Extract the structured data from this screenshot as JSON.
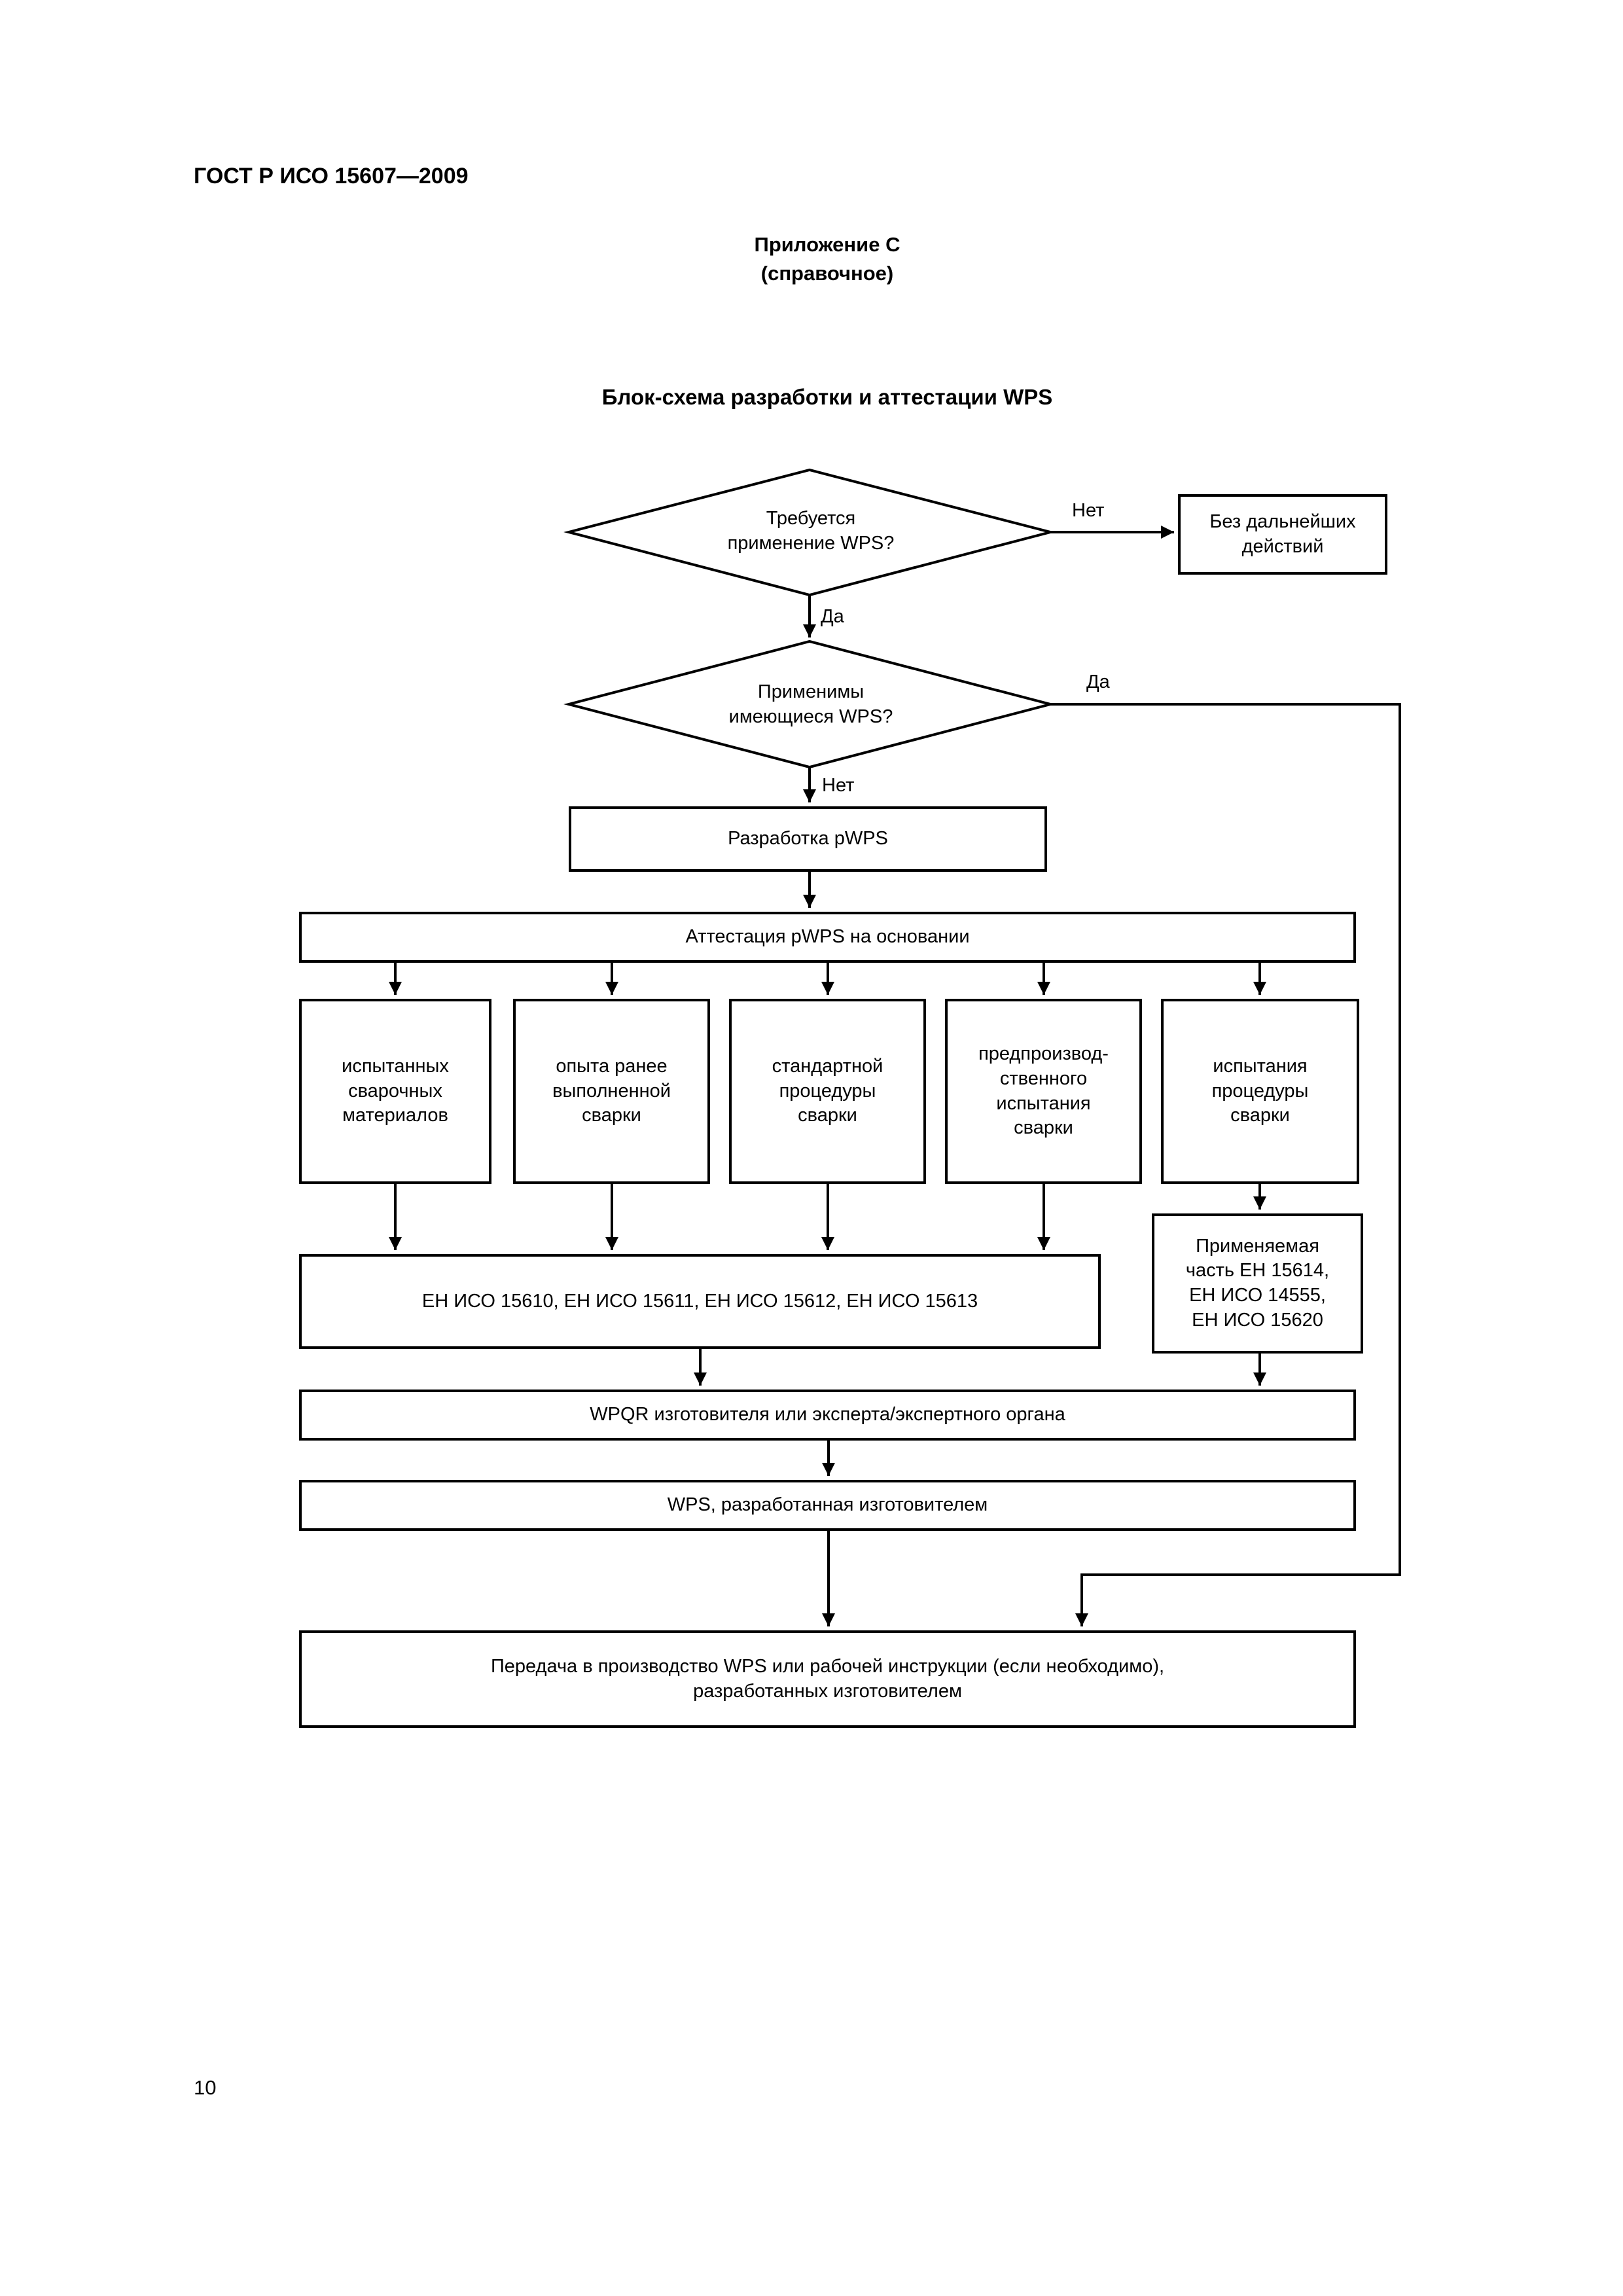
{
  "page": {
    "doc_header": "ГОСТ Р ИСО 15607—2009",
    "appendix_title": "Приложение С",
    "appendix_note": "(справочное)",
    "diagram_title": "Блок-схема разработки и аттестации WPS",
    "page_number": "10"
  },
  "flowchart": {
    "decision_wps_required": {
      "lines": [
        "Требуется",
        "применение WPS?"
      ]
    },
    "no_further_action": {
      "lines": [
        "Без дальнейших",
        "действий"
      ]
    },
    "decision_existing_wps": {
      "lines": [
        "Применимы",
        "имеющиеся WPS?"
      ]
    },
    "develop_pwps": "Разработка pWPS",
    "qualify_pwps": "Аттестация pWPS на основании",
    "basis_boxes": [
      {
        "lines": [
          "испытанных",
          "сварочных",
          "материалов"
        ]
      },
      {
        "lines": [
          "опыта ранее",
          "выполненной",
          "сварки"
        ]
      },
      {
        "lines": [
          "стандартной",
          "процедуры",
          "сварки"
        ]
      },
      {
        "lines": [
          "предпроизвод-",
          "ственного",
          "испытания",
          "сварки"
        ]
      },
      {
        "lines": [
          "испытания",
          "процедуры",
          "сварки"
        ]
      }
    ],
    "en_iso_standards": "ЕН ИСО 15610, ЕН ИСО 15611, ЕН ИСО 15612, ЕН ИСО 15613",
    "applied_part": {
      "lines": [
        "Применяемая",
        "часть ЕН 15614,",
        "ЕН ИСО 14555,",
        "ЕН ИСО 15620"
      ]
    },
    "wpqr": "WPQR изготовителя или эксперта/экспертного органа",
    "wps_developed": "WPS, разработанная изготовителем",
    "transfer": {
      "lines": [
        "Передача в производство WPS или рабочей инструкции (если необходимо),",
        "разработанных изготовителем"
      ]
    },
    "labels": {
      "yes1": "Да",
      "no1": "Нет",
      "yes2": "Да",
      "no2": "Нет"
    }
  }
}
